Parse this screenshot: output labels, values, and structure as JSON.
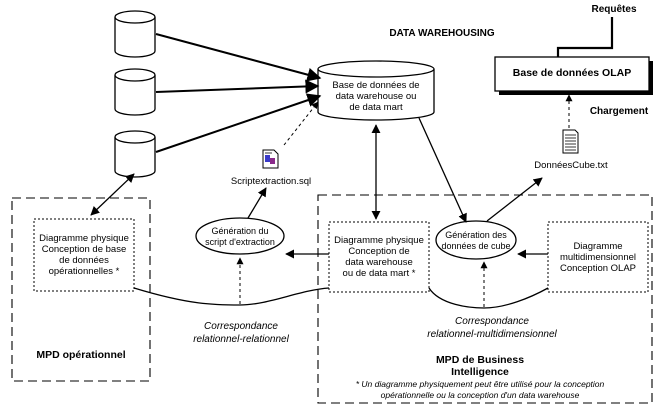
{
  "title": "DATA WAREHOUSING",
  "requetes": "Requêtes",
  "chargement": "Chargement",
  "olap_db": "Base de données OLAP",
  "dw_db": "Base de données de\ndata warehouse ou\nde data mart",
  "script_file": "Scriptextraction.sql",
  "cube_file": "DonnéesCube.txt",
  "gen_script": "Génération du\nscript d'extraction",
  "gen_cube": "Génération des\ndonnées de cube",
  "diag_physique_op": "Diagramme physique\nConception de base\nde données\nopérationnelles *",
  "diag_physique_dw": "Diagramme physique\nConception de\ndata warehouse\nou de data mart *",
  "diag_multi": "Diagramme\nmultidimensionnel\nConception OLAP",
  "corr_rr": "Correspondance\nrelationnel-relationnel",
  "corr_rm": "Correspondance\nrelationnel-multidimensionnel",
  "mpd_op": "MPD opérationnel",
  "mpd_bi": "MPD de Business\nIntelligence",
  "footnote": "* Un diagramme physiquement peut être utilisé pour la conception\nopérationnelle ou la conception d'un data warehouse",
  "colors": {
    "stroke": "#000000",
    "background": "#ffffff"
  },
  "icons": [
    "database-icon",
    "sql-file-icon",
    "text-file-icon"
  ]
}
